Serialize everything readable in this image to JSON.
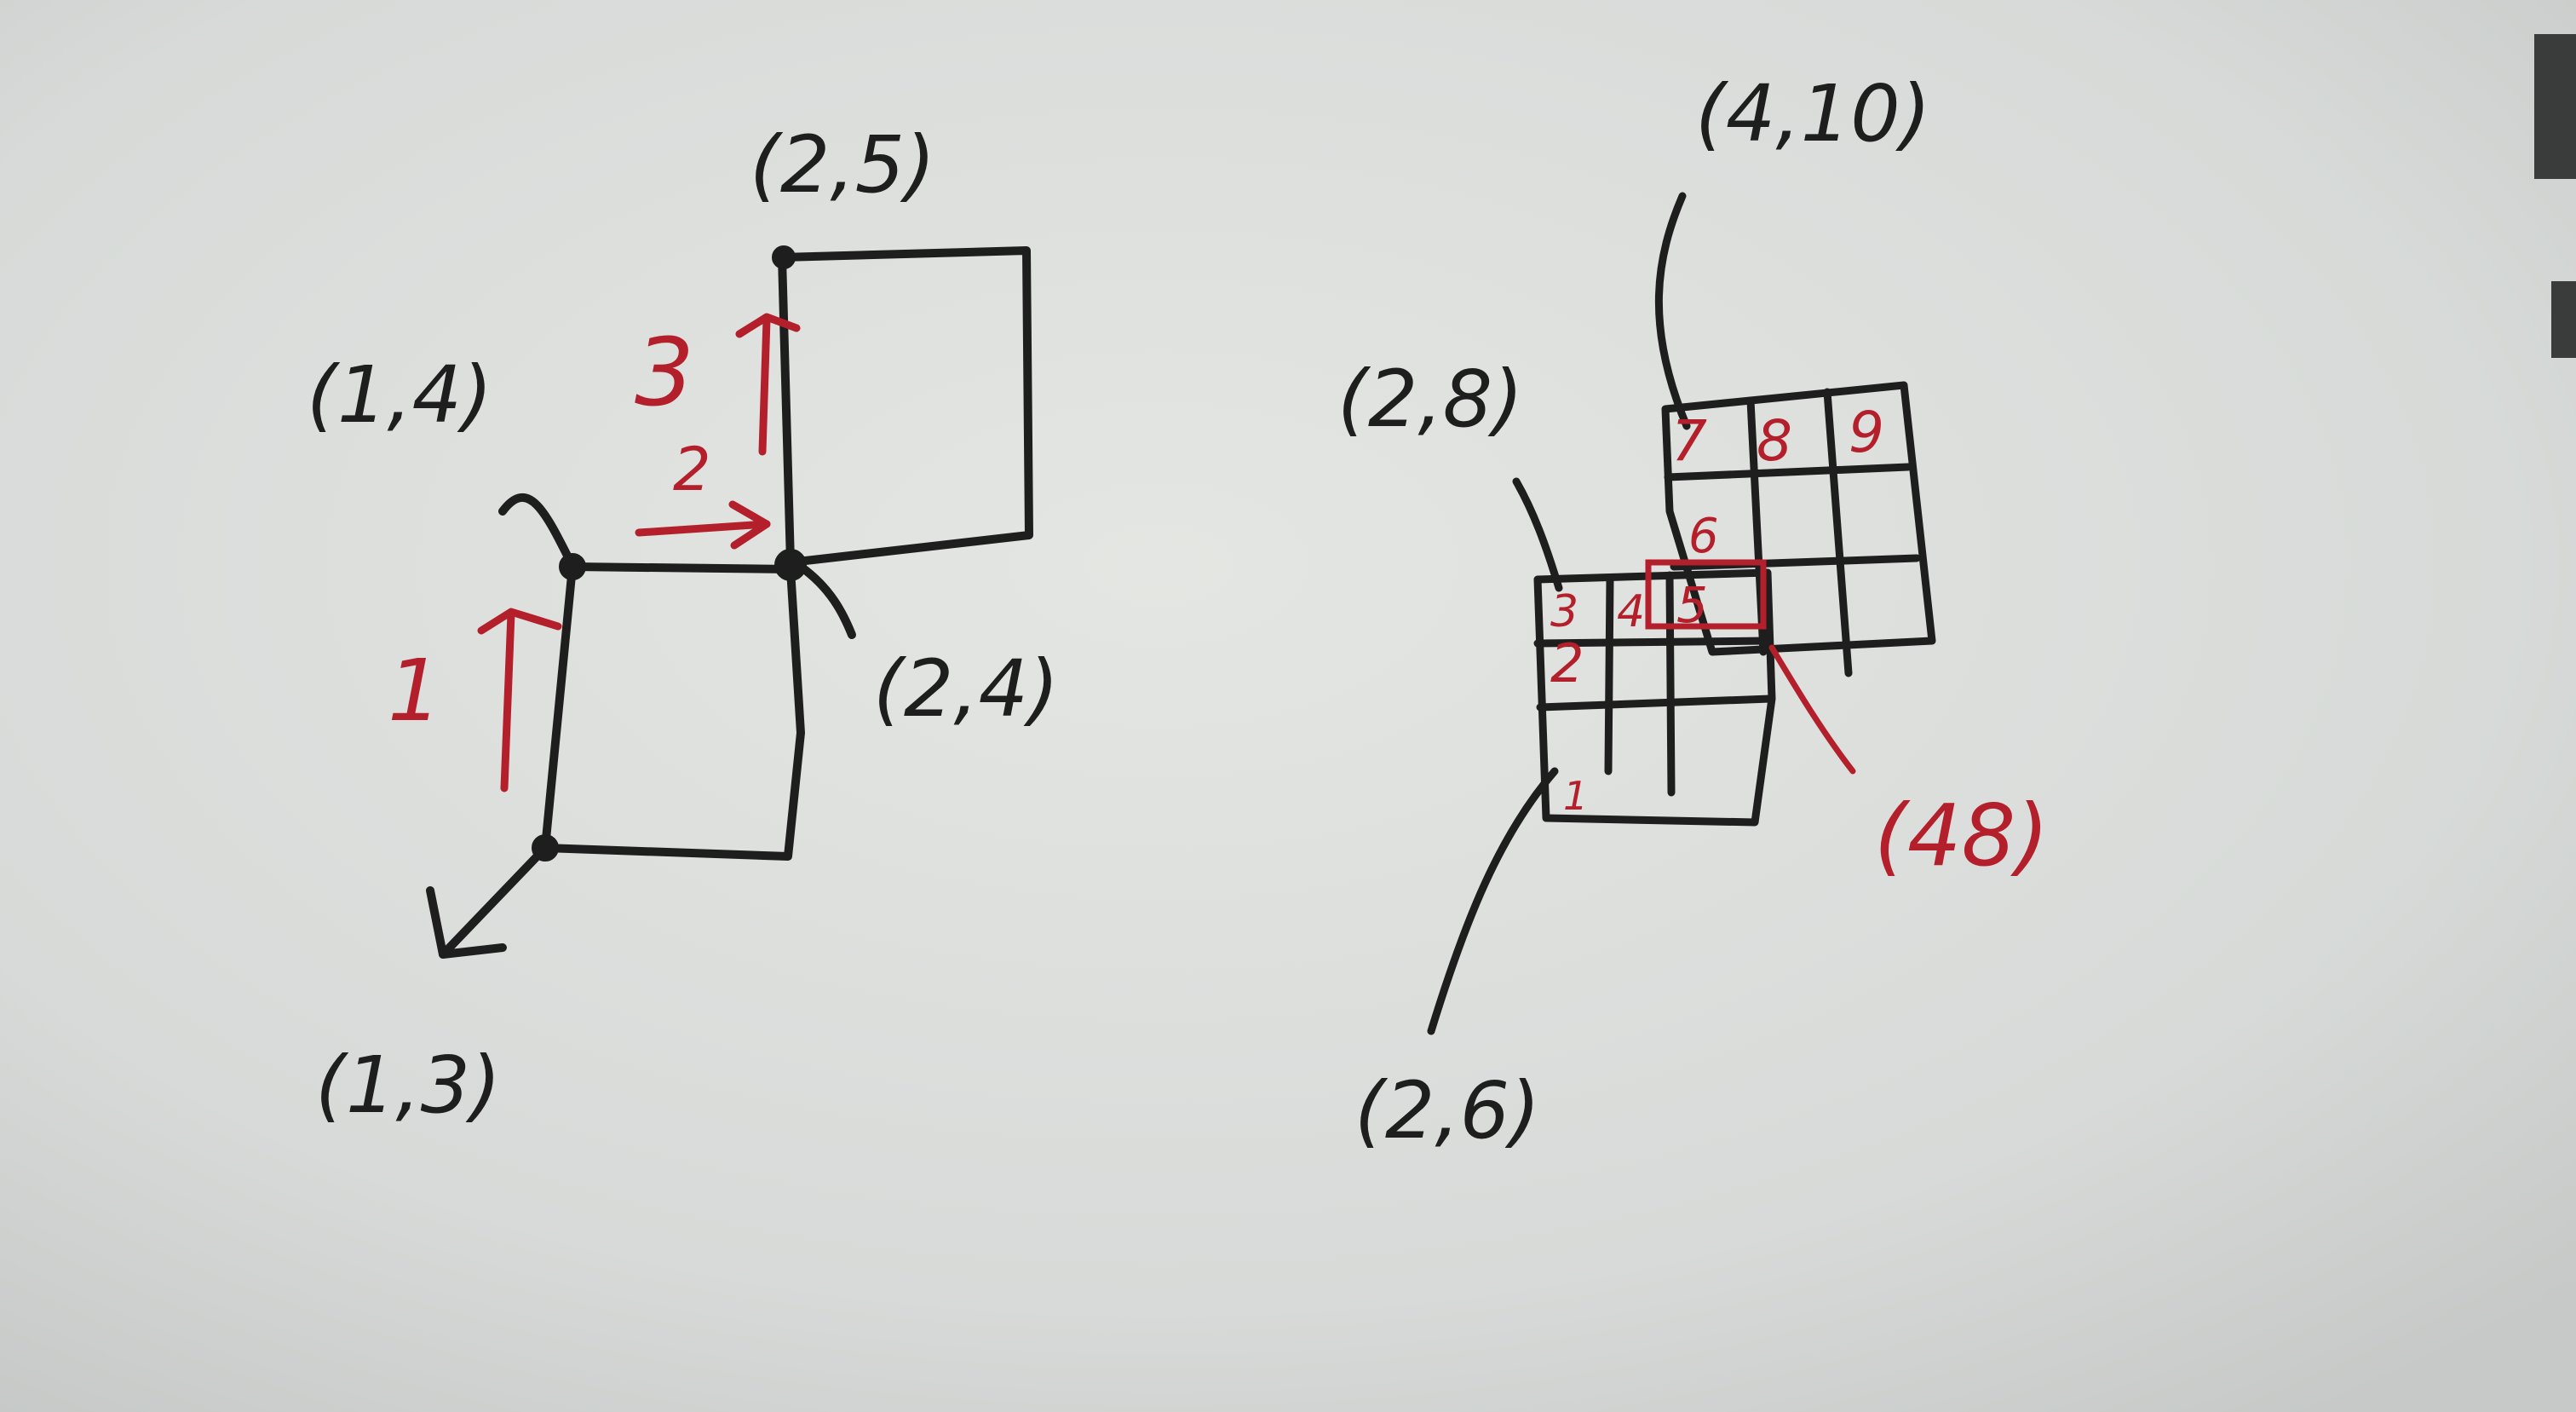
{
  "colors": {
    "paper": "#dcdfdc",
    "ink": "#1e1e1e",
    "red_ink": "#b3202c"
  },
  "left_diagram": {
    "coords": [
      "(1,4)",
      "(2,5)",
      "(2,4)",
      "(1,3)"
    ],
    "step_labels": [
      "1",
      "2",
      "3"
    ]
  },
  "right_diagram": {
    "coords": [
      "(4,10)",
      "(2,8)",
      "(2,6)"
    ],
    "red_coord": "(48)",
    "cell_numbers": [
      "1",
      "2",
      "3",
      "4",
      "5",
      "6",
      "7",
      "8",
      "9"
    ]
  }
}
